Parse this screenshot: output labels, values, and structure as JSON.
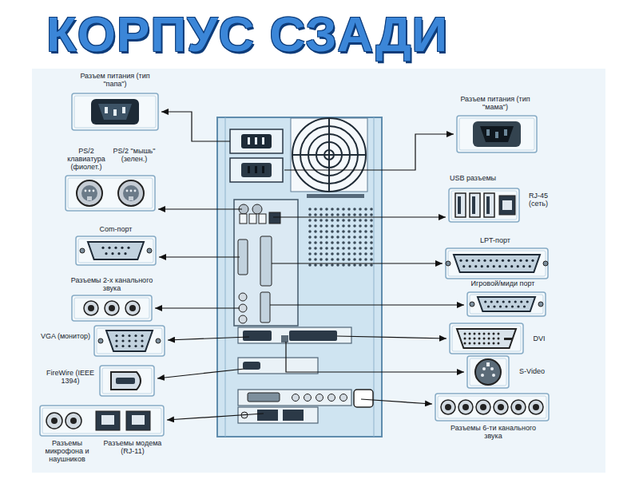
{
  "diagram": {
    "title": "КОРПУС СЗАДИ",
    "nodes": [
      {
        "text": [
          "Разъем питания (тип \"папа\")"
        ]
      },
      {
        "text": [
          "Разъем питания (тип \"мама\")"
        ]
      },
      {
        "text": [
          "PS/2 клавиатура (фиолет.)",
          "PS/2 \"мышь\" (зелен.)"
        ]
      },
      {
        "text": [
          "USB разъемы",
          "RJ-45 (сеть)"
        ]
      },
      {
        "text": [
          "Com-порт"
        ]
      },
      {
        "text": [
          "LPT-порт"
        ]
      },
      {
        "text": [
          "Разъемы 2-х канального звука"
        ]
      },
      {
        "text": [
          "Игровой/миди порт"
        ]
      },
      {
        "text": [
          "VGA (монитор)"
        ]
      },
      {
        "text": [
          "DVI"
        ]
      },
      {
        "text": [
          "FireWire (IEEE 1394)"
        ]
      },
      {
        "text": [
          "S-Video"
        ]
      },
      {
        "text": [
          "Разъемы микрофона и наушников",
          "Разъемы модема (RJ-11)"
        ]
      },
      {
        "text": [
          "Разъемы 6-ти канального звука"
        ]
      }
    ]
  }
}
